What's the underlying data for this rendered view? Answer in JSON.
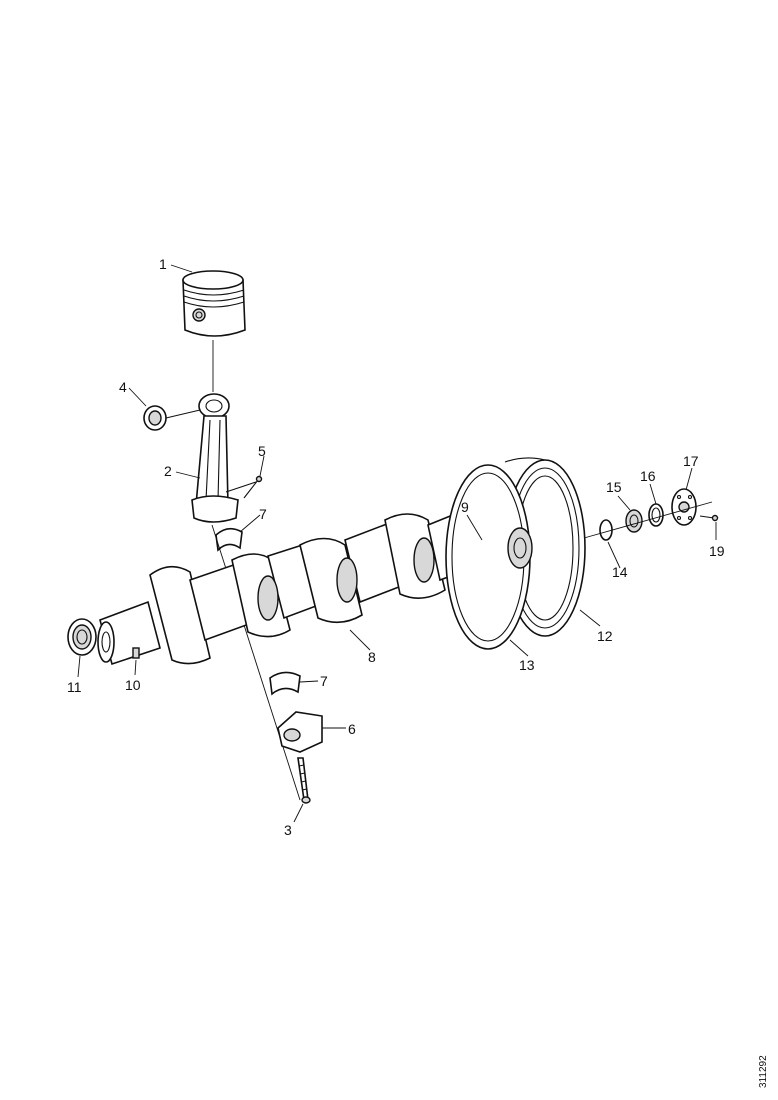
{
  "diagram": {
    "reference_number": "311292",
    "callouts": [
      {
        "id": "c1",
        "label": "1"
      },
      {
        "id": "c2",
        "label": "2"
      },
      {
        "id": "c3",
        "label": "3"
      },
      {
        "id": "c4",
        "label": "4"
      },
      {
        "id": "c5",
        "label": "5"
      },
      {
        "id": "c6",
        "label": "6"
      },
      {
        "id": "c7a",
        "label": "7"
      },
      {
        "id": "c7b",
        "label": "7"
      },
      {
        "id": "c8",
        "label": "8"
      },
      {
        "id": "c9",
        "label": "9"
      },
      {
        "id": "c10",
        "label": "10"
      },
      {
        "id": "c11",
        "label": "11"
      },
      {
        "id": "c12",
        "label": "12"
      },
      {
        "id": "c13",
        "label": "13"
      },
      {
        "id": "c14",
        "label": "14"
      },
      {
        "id": "c15",
        "label": "15"
      },
      {
        "id": "c16",
        "label": "16"
      },
      {
        "id": "c17",
        "label": "17"
      },
      {
        "id": "c19",
        "label": "19"
      }
    ]
  }
}
